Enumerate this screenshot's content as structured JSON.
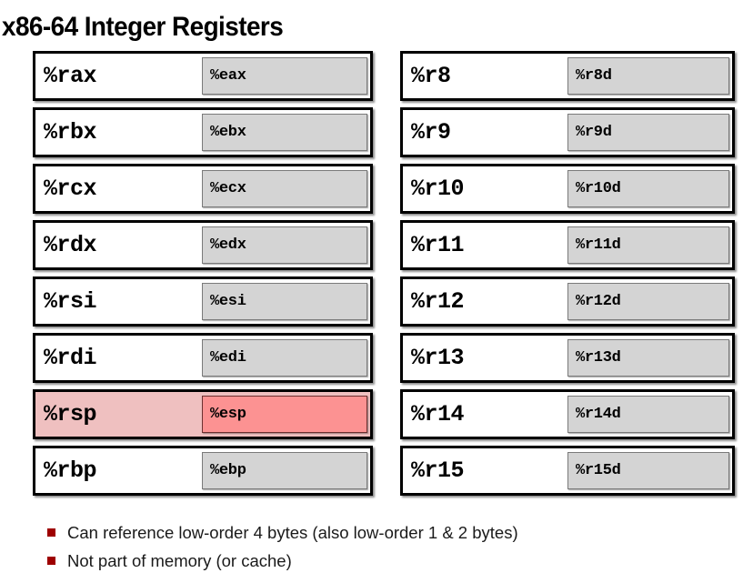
{
  "slide": {
    "title": "x86-64 Integer Registers",
    "background_color": "#ffffff"
  },
  "colors": {
    "row_fill": "#ffffff",
    "row_border": "#000000",
    "subbox_fill": "#d4d4d4",
    "subbox_border": "#7a7a7a",
    "highlight_row_fill": "#efc0c0",
    "highlight_subbox_fill": "#fc9292",
    "bullet_marker": "#9e0000",
    "text": "#000000"
  },
  "registers": {
    "left_column": [
      {
        "name64": "%rax",
        "name32": "%eax",
        "highlighted": false
      },
      {
        "name64": "%rbx",
        "name32": "%ebx",
        "highlighted": false
      },
      {
        "name64": "%rcx",
        "name32": "%ecx",
        "highlighted": false
      },
      {
        "name64": "%rdx",
        "name32": "%edx",
        "highlighted": false
      },
      {
        "name64": "%rsi",
        "name32": "%esi",
        "highlighted": false
      },
      {
        "name64": "%rdi",
        "name32": "%edi",
        "highlighted": false
      },
      {
        "name64": "%rsp",
        "name32": "%esp",
        "highlighted": true
      },
      {
        "name64": "%rbp",
        "name32": "%ebp",
        "highlighted": false
      }
    ],
    "right_column": [
      {
        "name64": "%r8",
        "name32": "%r8d",
        "highlighted": false
      },
      {
        "name64": "%r9",
        "name32": "%r9d",
        "highlighted": false
      },
      {
        "name64": "%r10",
        "name32": "%r10d",
        "highlighted": false
      },
      {
        "name64": "%r11",
        "name32": "%r11d",
        "highlighted": false
      },
      {
        "name64": "%r12",
        "name32": "%r12d",
        "highlighted": false
      },
      {
        "name64": "%r13",
        "name32": "%r13d",
        "highlighted": false
      },
      {
        "name64": "%r14",
        "name32": "%r14d",
        "highlighted": false
      },
      {
        "name64": "%r15",
        "name32": "%r15d",
        "highlighted": false
      }
    ]
  },
  "notes": [
    {
      "text": "Can reference low-order 4 bytes (also low-order 1 & 2 bytes)"
    },
    {
      "text": "Not part of memory (or cache)"
    }
  ]
}
